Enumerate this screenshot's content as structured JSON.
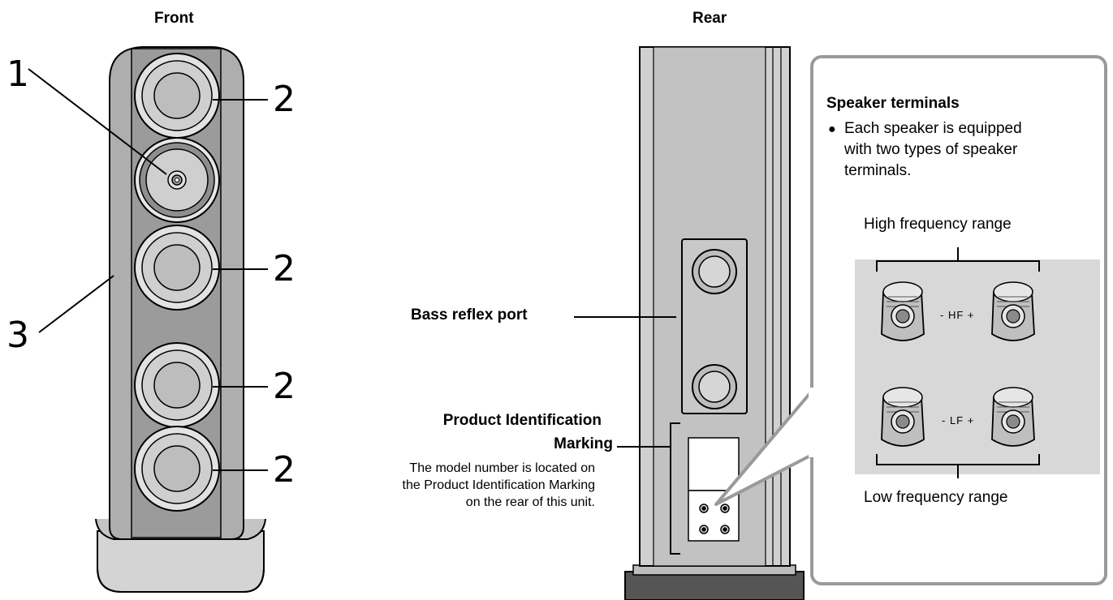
{
  "front": {
    "title": "Front",
    "callouts": [
      "1",
      "2",
      "2",
      "2",
      "2",
      "3"
    ]
  },
  "rear": {
    "title": "Rear",
    "bass_reflex_label": "Bass reflex port",
    "product_id_title_1": "Product Identification",
    "product_id_title_2": "Marking",
    "product_id_desc_1": "The model number is located on",
    "product_id_desc_2": "the Product Identification Marking",
    "product_id_desc_3": "on the rear of this unit."
  },
  "terminals": {
    "heading": "Speaker terminals",
    "bullet": "●",
    "desc_1": "Each speaker is equipped",
    "desc_2": "with two types of speaker",
    "desc_3": "terminals.",
    "high_label": "High frequency range",
    "low_label": "Low frequency range",
    "hf_mark": "- HF +",
    "lf_mark": "- LF +"
  },
  "colors": {
    "cabinet": "#b9b9b9",
    "cabinet_dark": "#8f8f8f",
    "panel": "#d8d8d8",
    "outline": "#000000",
    "callout_border": "#9a9a9a"
  }
}
